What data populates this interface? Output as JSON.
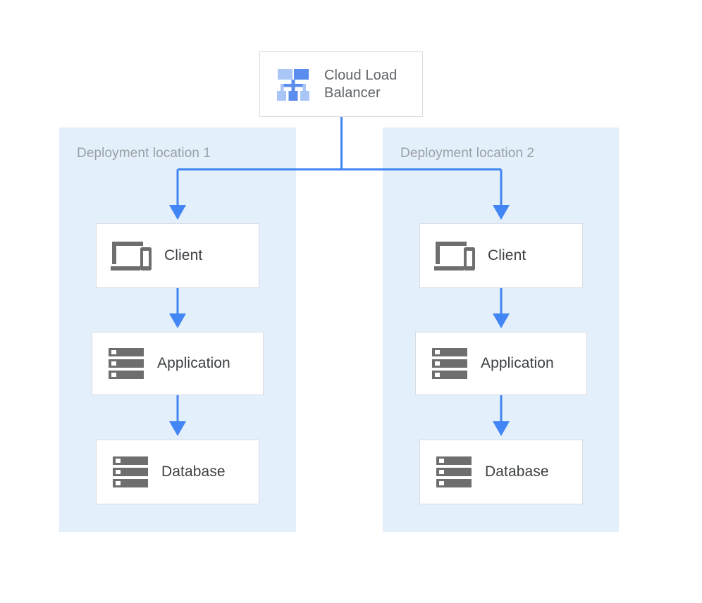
{
  "diagram": {
    "title_nodes": {
      "load_balancer": {
        "label": "Cloud Load Balancer",
        "label_line_1": "Cloud Load",
        "label_line_2": "Balancer",
        "icon": "load-balancer-icon"
      }
    },
    "zones": [
      {
        "id": "zone-1",
        "label": "Deployment location 1",
        "nodes": [
          {
            "id": "client-1",
            "label": "Client",
            "icon": "client-devices-icon"
          },
          {
            "id": "app-1",
            "label": "Application",
            "icon": "server-stack-icon"
          },
          {
            "id": "db-1",
            "label": "Database",
            "icon": "server-stack-icon"
          }
        ]
      },
      {
        "id": "zone-2",
        "label": "Deployment location 2",
        "nodes": [
          {
            "id": "client-2",
            "label": "Client",
            "icon": "client-devices-icon"
          },
          {
            "id": "app-2",
            "label": "Application",
            "icon": "server-stack-icon"
          },
          {
            "id": "db-2",
            "label": "Database",
            "icon": "server-stack-icon"
          }
        ]
      }
    ],
    "connections": [
      {
        "from": "load_balancer",
        "to": "client-1",
        "style": "elbow-arrow"
      },
      {
        "from": "load_balancer",
        "to": "client-2",
        "style": "elbow-arrow"
      },
      {
        "from": "client-1",
        "to": "app-1",
        "style": "straight-arrow"
      },
      {
        "from": "app-1",
        "to": "db-1",
        "style": "straight-arrow"
      },
      {
        "from": "client-2",
        "to": "app-2",
        "style": "straight-arrow"
      },
      {
        "from": "app-2",
        "to": "db-2",
        "style": "straight-arrow"
      }
    ],
    "colors": {
      "zone_background": "#e3effb",
      "connector_blue": "#4285f4",
      "icon_blue_dark": "#5b8def",
      "icon_blue_light": "#aac6f7",
      "icon_gray": "#6e6e6e",
      "node_border": "#dadce0",
      "node_background": "#ffffff",
      "node_text": "#3c4043",
      "zone_label_text": "#9aa0a6",
      "load_balancer_text": "#5f6368",
      "page_background": "#ffffff"
    }
  }
}
